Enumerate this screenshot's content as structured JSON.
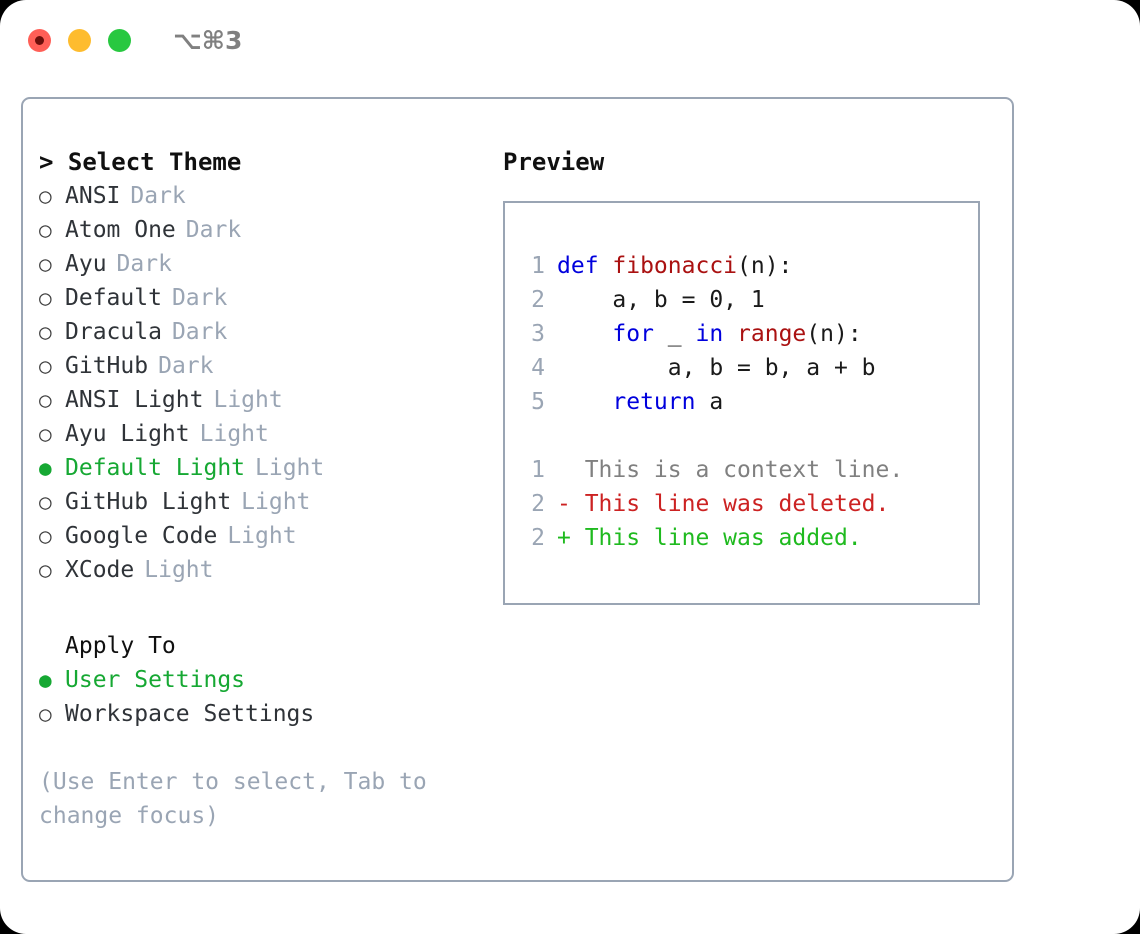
{
  "titlebar": {
    "shortcut": "⌥⌘3",
    "buttons": [
      {
        "name": "close",
        "color": "#ff5f57"
      },
      {
        "name": "minimize",
        "color": "#febc2e"
      },
      {
        "name": "maximize",
        "color": "#28c840"
      }
    ]
  },
  "theme_picker": {
    "header": "> Select Theme",
    "items": [
      {
        "marker": "○",
        "name": "ANSI",
        "suffix": "Dark",
        "selected": false
      },
      {
        "marker": "○",
        "name": "Atom One",
        "suffix": "Dark",
        "selected": false
      },
      {
        "marker": "○",
        "name": "Ayu",
        "suffix": "Dark",
        "selected": false
      },
      {
        "marker": "○",
        "name": "Default",
        "suffix": "Dark",
        "selected": false
      },
      {
        "marker": "○",
        "name": "Dracula",
        "suffix": "Dark",
        "selected": false
      },
      {
        "marker": "○",
        "name": "GitHub",
        "suffix": "Dark",
        "selected": false
      },
      {
        "marker": "○",
        "name": "ANSI Light",
        "suffix": "Light",
        "selected": false
      },
      {
        "marker": "○",
        "name": "Ayu Light",
        "suffix": "Light",
        "selected": false
      },
      {
        "marker": "●",
        "name": "Default Light",
        "suffix": "Light",
        "selected": true
      },
      {
        "marker": "○",
        "name": "GitHub Light",
        "suffix": "Light",
        "selected": false
      },
      {
        "marker": "○",
        "name": "Google Code",
        "suffix": "Light",
        "selected": false
      },
      {
        "marker": "○",
        "name": "XCode",
        "suffix": "Light",
        "selected": false
      }
    ]
  },
  "apply_to": {
    "header": "Apply To",
    "items": [
      {
        "marker": "●",
        "name": "User Settings",
        "selected": true
      },
      {
        "marker": "○",
        "name": "Workspace Settings",
        "selected": false
      }
    ]
  },
  "hint": "(Use Enter to select, Tab to change focus)",
  "preview": {
    "title": "Preview",
    "code_lines": [
      {
        "no": "1",
        "tokens": [
          {
            "t": "def ",
            "c": "kw"
          },
          {
            "t": "fibonacci",
            "c": "fn"
          },
          {
            "t": "(n):",
            "c": "pl"
          }
        ]
      },
      {
        "no": "2",
        "tokens": [
          {
            "t": "    a, b = 0, 1",
            "c": "pl"
          }
        ]
      },
      {
        "no": "3",
        "tokens": [
          {
            "t": "    ",
            "c": "pl"
          },
          {
            "t": "for ",
            "c": "kw"
          },
          {
            "t": "_ ",
            "c": "pl"
          },
          {
            "t": "in ",
            "c": "kw"
          },
          {
            "t": "range",
            "c": "fn"
          },
          {
            "t": "(n):",
            "c": "pl"
          }
        ]
      },
      {
        "no": "4",
        "tokens": [
          {
            "t": "        a, b = b, a + b",
            "c": "pl"
          }
        ]
      },
      {
        "no": "5",
        "tokens": [
          {
            "t": "    ",
            "c": "pl"
          },
          {
            "t": "return ",
            "c": "kw"
          },
          {
            "t": "a",
            "c": "pl"
          }
        ]
      }
    ],
    "diff_lines": [
      {
        "no": "1",
        "text": "  This is a context line.",
        "kind": "ctx"
      },
      {
        "no": "2",
        "text": "- This line was deleted.",
        "kind": "del"
      },
      {
        "no": "2",
        "text": "+ This line was added.",
        "kind": "add"
      }
    ]
  },
  "colors": {
    "selected_green": "#16a833",
    "muted_gray": "#9aa5b4",
    "keyword_blue": "#0000dd",
    "function_red": "#aa1111",
    "diff_deleted": "#cc2222",
    "diff_added": "#1fba1f",
    "border": "#9aa5b4"
  }
}
